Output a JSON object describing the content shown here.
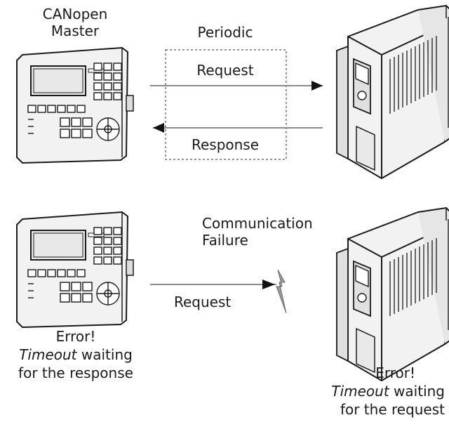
{
  "labels": {
    "master_line1": "CANopen",
    "master_line2": "Master",
    "periodic": "Periodic",
    "request_top": "Request",
    "response": "Response",
    "comm_line1": "Communication",
    "comm_line2": "Failure",
    "request_bottom": "Request",
    "master_error": {
      "line1": "Error!",
      "timeout": "Timeout",
      "rest": " waiting",
      "line3": "for the response"
    },
    "drive_error": {
      "line1": "Error!",
      "timeout": "Timeout",
      "rest": " waiting",
      "line3": "for the request"
    }
  },
  "colors": {
    "line": "#1a1a1a",
    "device_fill": "#f2f2f2",
    "arrow_line": "#8a8a8a",
    "bolt": "#7a7a7a"
  }
}
